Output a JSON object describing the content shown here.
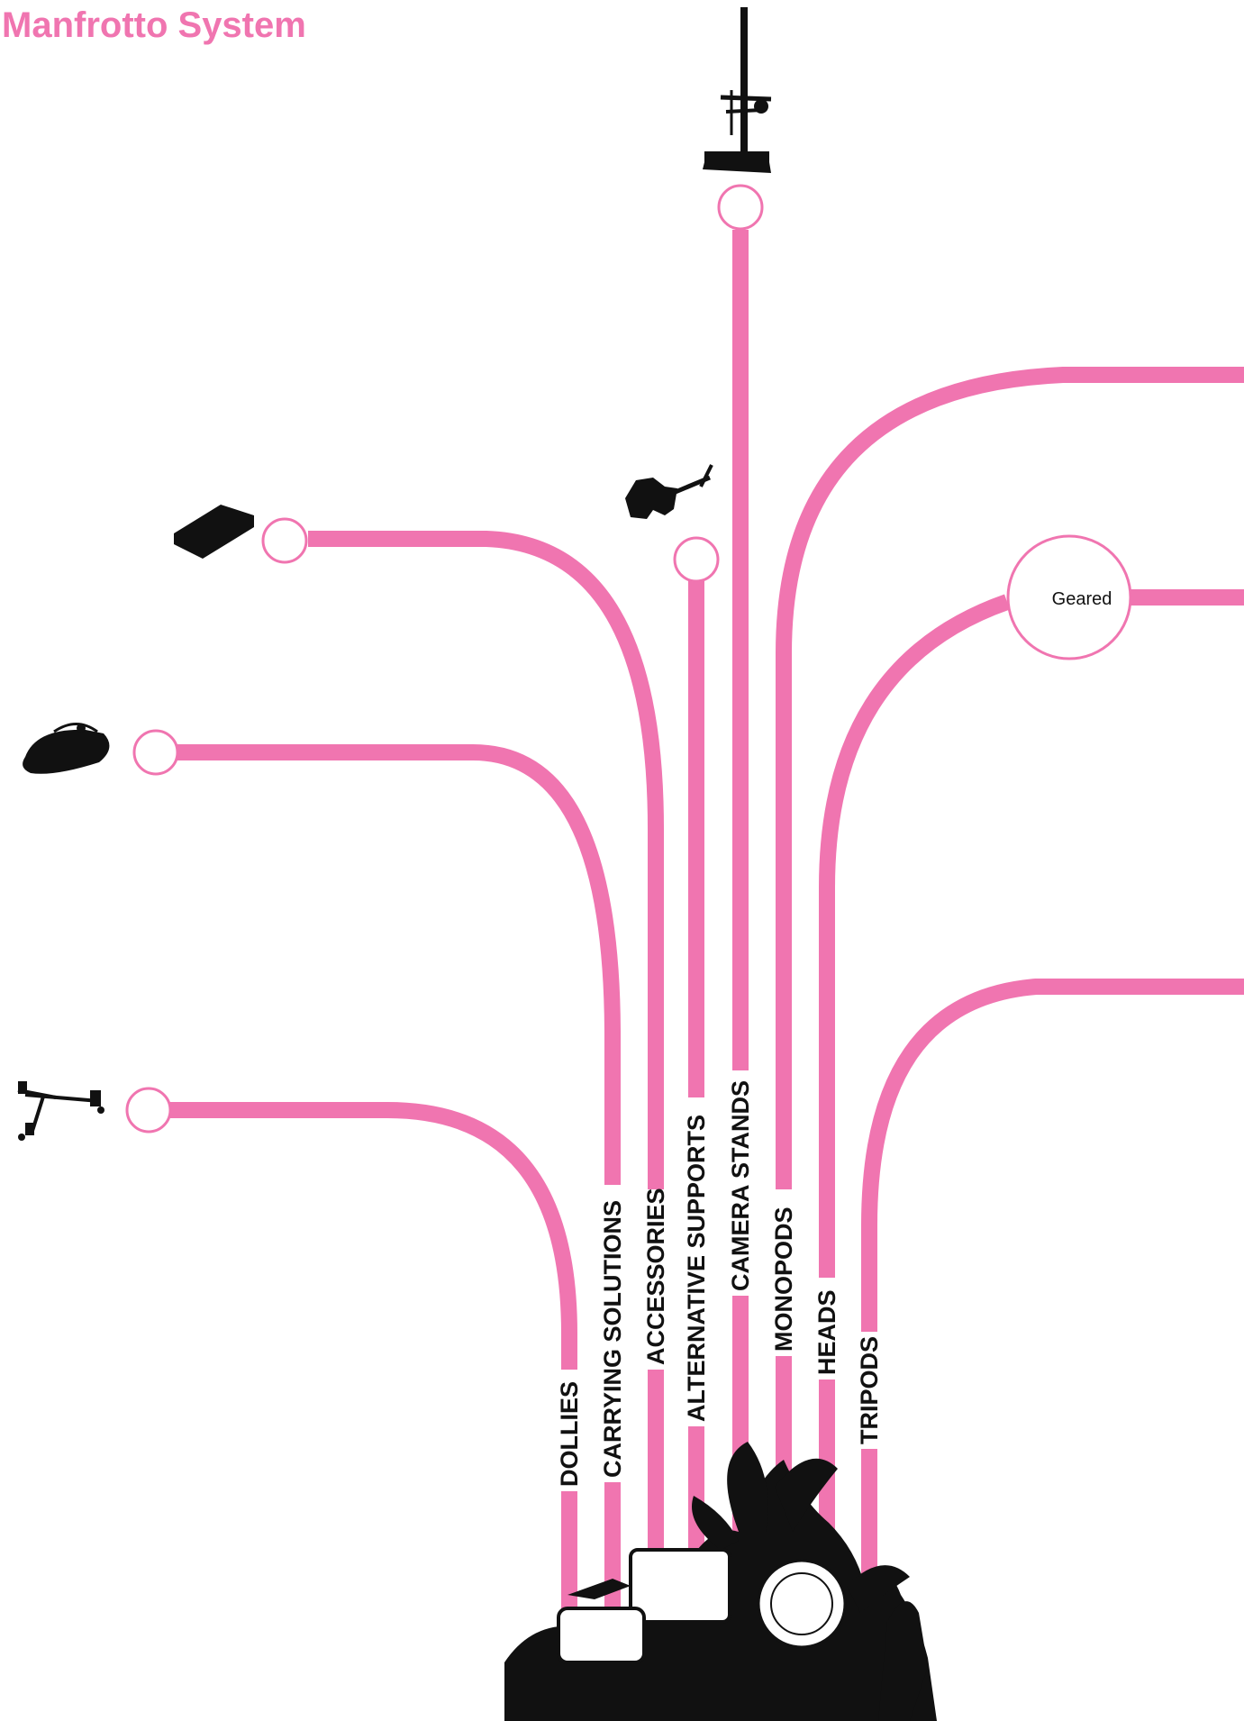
{
  "title": "Manfrotto System",
  "colors": {
    "accent": "#f075b0",
    "ink": "#111111",
    "background": "#ffffff"
  },
  "branches": [
    {
      "id": "dollies",
      "label": "DOLLIES",
      "icon": "dolly-icon"
    },
    {
      "id": "carrying-solutions",
      "label": "CARRYING SOLUTIONS",
      "icon": "camera-bag-icon"
    },
    {
      "id": "accessories",
      "label": "ACCESSORIES",
      "icon": "accessory-plate-icon"
    },
    {
      "id": "alternative-supports",
      "label": "ALTERNATIVE SUPPORTS",
      "icon": "clamp-support-icon"
    },
    {
      "id": "camera-stands",
      "label": "CAMERA STANDS",
      "icon": "camera-stand-icon"
    },
    {
      "id": "monopods",
      "label": "MONOPODS",
      "icon": null
    },
    {
      "id": "heads",
      "label": "HEADS",
      "icon": null,
      "node_label": "Geared"
    },
    {
      "id": "tripods",
      "label": "TRIPODS",
      "icon": null
    }
  ],
  "decoration": "travel-collage-icon"
}
